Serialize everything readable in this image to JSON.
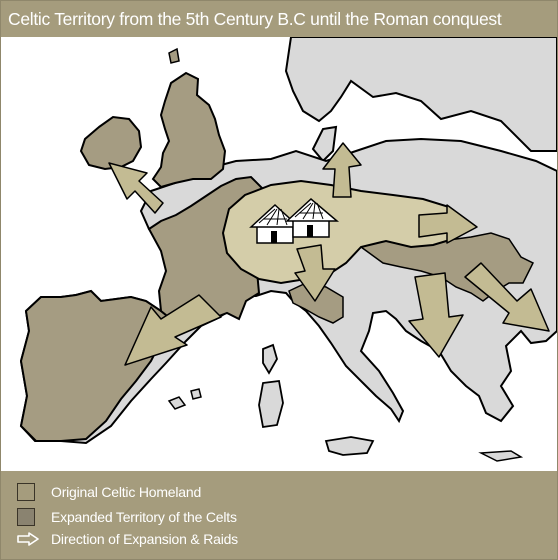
{
  "title": "Celtic Territory from the 5th Century B.C until the Roman conquest",
  "legend": [
    {
      "label": "Original Celtic Homeland",
      "symbol": "homeland-swatch",
      "color": "#d4cda9"
    },
    {
      "label": "Expanded Territory of the Celts",
      "symbol": "expanded-swatch",
      "color": "#a59c82"
    },
    {
      "label": "Direction of Expansion & Raids",
      "symbol": "arrow-icon",
      "color": "#ffffff"
    }
  ],
  "colors": {
    "sea": "#ffffff",
    "land": "#d9d9d9",
    "coastline": "#000000",
    "homeland": "#d4cda9",
    "expanded": "#a59c82",
    "arrow": "#c3bb93",
    "title_bar": "#a59c7d"
  },
  "map_features": [
    "hut-icon",
    "hut-icon",
    "expansion-arrow-north",
    "expansion-arrow-northwest",
    "expansion-arrow-southwest",
    "expansion-arrow-south",
    "expansion-arrow-east",
    "expansion-arrow-southeast",
    "expansion-arrow-balkans",
    "expansion-arrow-italy"
  ]
}
